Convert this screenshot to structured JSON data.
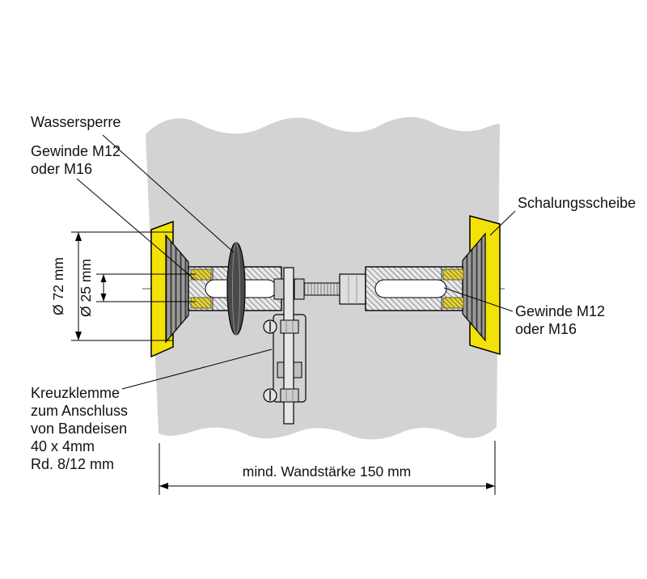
{
  "colors": {
    "wall_concrete": "#d3d3d3",
    "formwork_disc_yellow": "#f2e205",
    "thread_yellow": "#e6d23c",
    "metal_light": "#ececec",
    "metal_dark": "#4a4a4a",
    "line_black": "#000000"
  },
  "annotations": {
    "wassersperre": "Wassersperre",
    "gewinde_left": [
      "Gewinde M12",
      "oder M16"
    ],
    "schalungsscheibe": "Schalungsscheibe",
    "gewinde_right": [
      "Gewinde M12",
      "oder M16"
    ],
    "kreuzklemme": [
      "Kreuzklemme",
      "zum Anschluss",
      "von Bandeisen",
      "40 x 4mm",
      "Rd. 8/12 mm"
    ]
  },
  "dimensions": {
    "outer_diameter": "Ø 72 mm",
    "inner_diameter": "Ø 25 mm",
    "wall_thickness": "mind. Wandstärke 150 mm"
  }
}
